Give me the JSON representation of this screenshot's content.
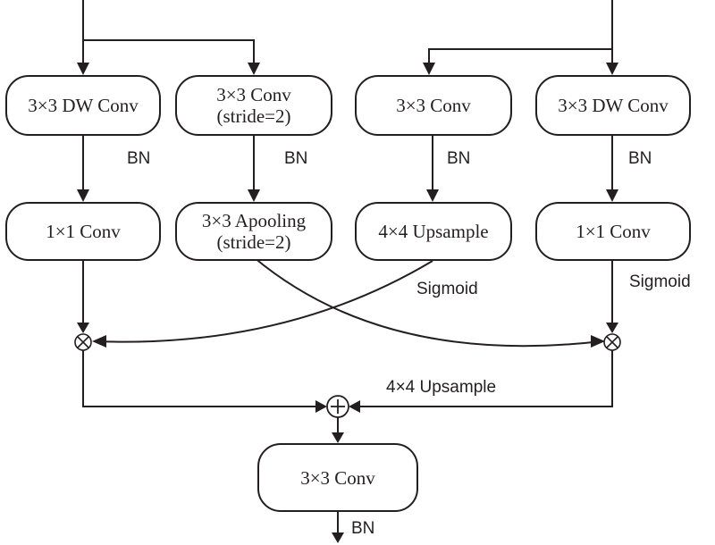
{
  "blocks": {
    "left_dw_conv": "3×3 DW Conv",
    "left_conv_stride_line1": "3×3 Conv",
    "left_conv_stride_line2": "(stride=2)",
    "left_pw_conv": "1×1 Conv",
    "apooling_line1": "3×3 Apooling",
    "apooling_line2": "(stride=2)",
    "right_conv": "3×3 Conv",
    "right_upsample": "4×4 Upsample",
    "right_dw_conv": "3×3 DW Conv",
    "right_pw_conv": "1×1 Conv",
    "output_conv": "3×3 Conv"
  },
  "labels": {
    "bn_1": "BN",
    "bn_2": "BN",
    "bn_3": "BN",
    "bn_4": "BN",
    "bn_out": "BN",
    "sigmoid_1": "Sigmoid",
    "sigmoid_2": "Sigmoid",
    "upsample_edge": "4×4 Upsample"
  },
  "operators": {
    "multiply": "⊗",
    "add": "⊕"
  }
}
